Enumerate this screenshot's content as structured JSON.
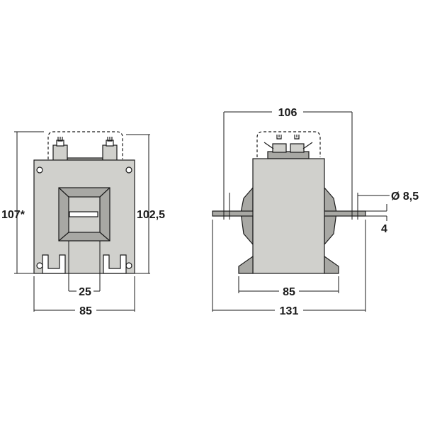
{
  "front_view": {
    "dimensions": {
      "height_total": "107*",
      "height_body": "102,5",
      "window_width": "25",
      "base_width": "85"
    }
  },
  "side_view": {
    "dimensions": {
      "bar_span": "106",
      "hole_diameter": "Ø 8,5",
      "bar_thickness": "4",
      "foot_width": "85",
      "overall_width": "131"
    }
  },
  "colors": {
    "body": "#d0d0cc",
    "dark": "#a8a8a4",
    "line": "#1a1a1a"
  }
}
